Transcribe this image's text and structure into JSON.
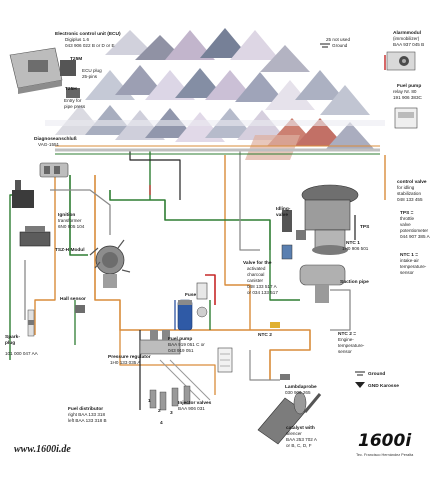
{
  "labels": {
    "ecu": [
      "Electronic control unit (ECU)",
      "Digiplus 1.6",
      "043 906 022 B or D or E"
    ],
    "t25m": "T25M",
    "ecu_plug": [
      "ECU plug",
      "25-pins"
    ],
    "t25h": "T25H",
    "entry": [
      "Entry for",
      "pipe press"
    ],
    "not_used": [
      "25 not used",
      "Ground"
    ],
    "alarm": [
      "Alarmmodul",
      "(immobilizer)",
      "BAA 937 045 B"
    ],
    "fuel_pump_relay": [
      "Fuel pump",
      "relay Nr. 80",
      "191 906 383C"
    ],
    "diag": [
      "Diagnoseanschluß",
      "VAG-1551"
    ],
    "ignition": [
      "Ignition",
      "transformer",
      "6N0 905 104"
    ],
    "tszh": "TSZ-H Modul",
    "control_valve": [
      "control valve",
      "for idling",
      "stabilization",
      "048 133 455"
    ],
    "idling_valve": [
      "Idling-",
      "valve"
    ],
    "tps": "TPS",
    "tps_desc": [
      "TPS =",
      "throttle",
      "valve",
      "potentiometer",
      "044 907 385 A"
    ],
    "ntc1_label": "NTC 1",
    "ntc1_part": "1H0 906 501",
    "ntc1_desc": [
      "NTC 1 =",
      "intake-air",
      "temperature-",
      "sensor"
    ],
    "charcoal": [
      "Valve for the",
      "activated",
      "charcoal",
      "canister",
      "048 133 517 A",
      "or 034 133 517"
    ],
    "suction": "Suction pipe",
    "hall": "Hall sensor",
    "spark": [
      "Spark-",
      "plug"
    ],
    "plug_part": "101 000 047 AA",
    "fuse": "Fuse",
    "fuel_pump": [
      "Fuel pump",
      "BAA 919 051 C or",
      "043 919 051"
    ],
    "ntc2_small": "NTC 2",
    "ntc2_desc": [
      "NTC 2 =",
      "Engine-",
      "temperature-",
      "sensor"
    ],
    "pressure_reg": [
      "Pressure regulator",
      "1H0 133 035 A"
    ],
    "injector": [
      "Injector valves",
      "BAA 906 031"
    ],
    "lambda": [
      "Lambdaprobe",
      "030 906 265"
    ],
    "catalyst": [
      "catalyst with",
      "silencer",
      "BAA 253 702 A",
      "or B, C, D, F"
    ],
    "fuel_dist": [
      "Fuel distributor",
      "right BAA 133 318",
      "left BAA 133 318 B"
    ],
    "legend_ground": "Ground",
    "legend_gnd": "GND Karosse",
    "website": "www.1600i.de",
    "logo": "1600i",
    "credit": "Tec. Francisco Hernández Peralta",
    "pin_numbers": [
      "1",
      "2",
      "3",
      "4"
    ]
  },
  "colors": {
    "wire_green": "#2e7d32",
    "wire_red": "#c62828",
    "wire_orange": "#d98c3a",
    "wire_grey": "#8a8a8a",
    "wire_black": "#222222",
    "wire_blue": "#3b5fa8"
  }
}
